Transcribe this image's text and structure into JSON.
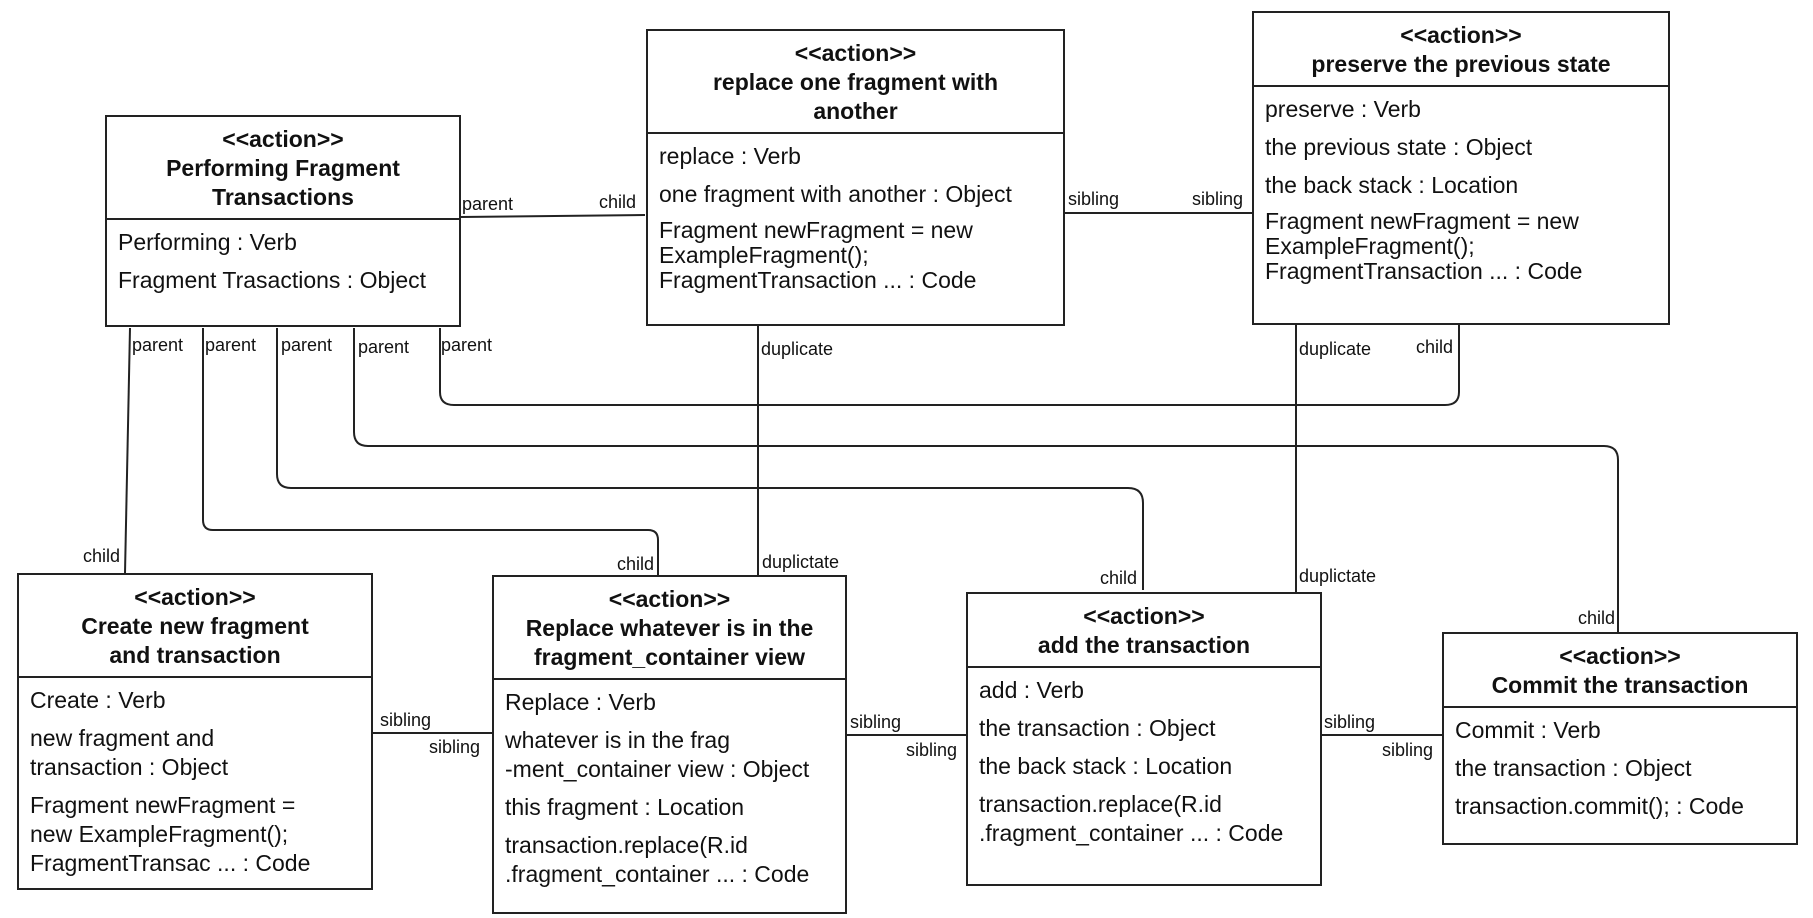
{
  "stereotype": "<<action>>",
  "boxes": {
    "performing": {
      "title": "Performing Fragment Transactions",
      "attrs": [
        "Performing : Verb",
        "Fragment Trasactions : Object"
      ]
    },
    "replace_one": {
      "title": "replace one fragment with another",
      "attrs": [
        "replace : Verb",
        "one fragment with another : Object",
        "Fragment newFragment = new\nExampleFragment();\nFragmentTransaction ... : Code"
      ]
    },
    "preserve": {
      "title": "preserve the previous state",
      "attrs": [
        "preserve : Verb",
        "the previous state : Object",
        "the back stack : Location",
        "Fragment newFragment = new\nExampleFragment();\nFragmentTransaction ... : Code"
      ]
    },
    "create": {
      "title": "Create new fragment and transaction",
      "attrs": [
        "Create : Verb",
        "new fragment and\ntransaction : Object",
        "Fragment newFragment =\nnew ExampleFragment();\nFragmentTransac ... : Code"
      ]
    },
    "replace_whatever": {
      "title": "Replace whatever is in the fragment_container view",
      "attrs": [
        "Replace : Verb",
        "whatever is in the frag\n-ment_container view : Object",
        "this fragment : Location",
        "transaction.replace(R.id\n.fragment_container ... : Code"
      ]
    },
    "add": {
      "title": "add the transaction",
      "attrs": [
        "add : Verb",
        "the transaction : Object",
        "the back stack : Location",
        "transaction.replace(R.id\n.fragment_container ... : Code"
      ]
    },
    "commit": {
      "title": "Commit the transaction",
      "attrs": [
        "Commit : Verb",
        "the transaction : Object",
        "transaction.commit(); : Code"
      ]
    }
  },
  "edge_labels": {
    "parent": "parent",
    "child": "child",
    "sibling": "sibling",
    "duplicate": "duplicate",
    "duplictate": "duplictate"
  }
}
